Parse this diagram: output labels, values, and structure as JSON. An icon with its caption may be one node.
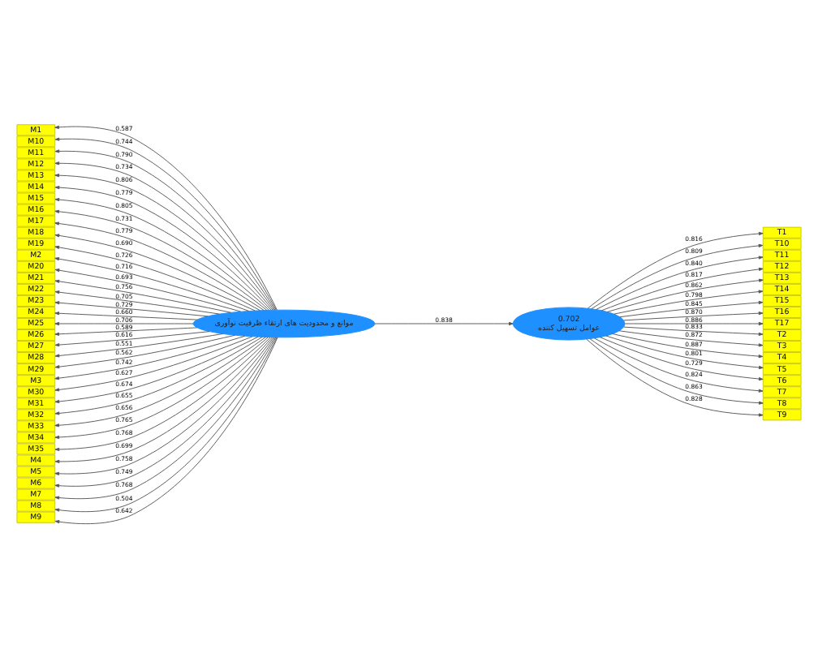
{
  "diagram": {
    "nodes": [
      {
        "text": [
          "M1"
        ]
      },
      {
        "text": [
          "M10"
        ]
      },
      {
        "text": [
          "M11"
        ]
      },
      {
        "text": [
          "M12"
        ]
      },
      {
        "text": [
          "M13"
        ]
      },
      {
        "text": [
          "M14"
        ]
      },
      {
        "text": [
          "M15"
        ]
      },
      {
        "text": [
          "M16"
        ]
      },
      {
        "text": [
          "M17"
        ]
      },
      {
        "text": [
          "M18"
        ]
      },
      {
        "text": [
          "M19"
        ]
      },
      {
        "text": [
          "M2"
        ]
      },
      {
        "text": [
          "M20"
        ]
      },
      {
        "text": [
          "M21"
        ]
      },
      {
        "text": [
          "M22"
        ]
      },
      {
        "text": [
          "M23"
        ]
      },
      {
        "text": [
          "M24"
        ]
      },
      {
        "text": [
          "M25"
        ]
      },
      {
        "text": [
          "M26"
        ]
      },
      {
        "text": [
          "M27"
        ]
      },
      {
        "text": [
          "M28"
        ]
      },
      {
        "text": [
          "M29"
        ]
      },
      {
        "text": [
          "M3"
        ]
      },
      {
        "text": [
          "M30"
        ]
      },
      {
        "text": [
          "M31"
        ]
      },
      {
        "text": [
          "M32"
        ]
      },
      {
        "text": [
          "M33"
        ]
      },
      {
        "text": [
          "M34"
        ]
      },
      {
        "text": [
          "M35"
        ]
      },
      {
        "text": [
          "M4"
        ]
      },
      {
        "text": [
          "M5"
        ]
      },
      {
        "text": [
          "M6"
        ]
      },
      {
        "text": [
          "M7"
        ]
      },
      {
        "text": [
          "M8"
        ]
      },
      {
        "text": [
          "M9"
        ]
      },
      {
        "text": [
          "موانع و محدودیت های ارتقاء ظرفیت نوآوری"
        ]
      },
      {
        "text": [
          "0.702",
          "عوامل تسهیل کننده"
        ]
      },
      {
        "text": [
          "T1"
        ]
      },
      {
        "text": [
          "T10"
        ]
      },
      {
        "text": [
          "T11"
        ]
      },
      {
        "text": [
          "T12"
        ]
      },
      {
        "text": [
          "T13"
        ]
      },
      {
        "text": [
          "T14"
        ]
      },
      {
        "text": [
          "T15"
        ]
      },
      {
        "text": [
          "T16"
        ]
      },
      {
        "text": [
          "T17"
        ]
      },
      {
        "text": [
          "T2"
        ]
      },
      {
        "text": [
          "T3"
        ]
      },
      {
        "text": [
          "T4"
        ]
      },
      {
        "text": [
          "T5"
        ]
      },
      {
        "text": [
          "T6"
        ]
      },
      {
        "text": [
          "T7"
        ]
      },
      {
        "text": [
          "T8"
        ]
      },
      {
        "text": [
          "T9"
        ]
      }
    ],
    "edges": [
      {
        "from": 35,
        "to": 0,
        "arrow": "to",
        "label": "0.587"
      },
      {
        "from": 35,
        "to": 1,
        "arrow": "to",
        "label": "0.744"
      },
      {
        "from": 35,
        "to": 2,
        "arrow": "to",
        "label": "0.790"
      },
      {
        "from": 35,
        "to": 3,
        "arrow": "to",
        "label": "0.734"
      },
      {
        "from": 35,
        "to": 4,
        "arrow": "to",
        "label": "0.806"
      },
      {
        "from": 35,
        "to": 5,
        "arrow": "to",
        "label": "0.779"
      },
      {
        "from": 35,
        "to": 6,
        "arrow": "to",
        "label": "0.805"
      },
      {
        "from": 35,
        "to": 7,
        "arrow": "to",
        "label": "0.731"
      },
      {
        "from": 35,
        "to": 8,
        "arrow": "to",
        "label": "0.779"
      },
      {
        "from": 35,
        "to": 9,
        "arrow": "to",
        "label": "0.690"
      },
      {
        "from": 35,
        "to": 10,
        "arrow": "to",
        "label": "0.726"
      },
      {
        "from": 35,
        "to": 11,
        "arrow": "to",
        "label": "0.716"
      },
      {
        "from": 35,
        "to": 12,
        "arrow": "to",
        "label": "0.693"
      },
      {
        "from": 35,
        "to": 13,
        "arrow": "to",
        "label": "0.756"
      },
      {
        "from": 35,
        "to": 14,
        "arrow": "to",
        "label": "0.705"
      },
      {
        "from": 35,
        "to": 15,
        "arrow": "to",
        "label": "0.729"
      },
      {
        "from": 35,
        "to": 16,
        "arrow": "to",
        "label": "0.660"
      },
      {
        "from": 35,
        "to": 17,
        "arrow": "to",
        "label": "0.706"
      },
      {
        "from": 35,
        "to": 18,
        "arrow": "to",
        "label": "0.589"
      },
      {
        "from": 35,
        "to": 19,
        "arrow": "to",
        "label": "0.616"
      },
      {
        "from": 35,
        "to": 20,
        "arrow": "to",
        "label": "0.551"
      },
      {
        "from": 35,
        "to": 21,
        "arrow": "to",
        "label": "0.562"
      },
      {
        "from": 35,
        "to": 22,
        "arrow": "to",
        "label": "0.742"
      },
      {
        "from": 35,
        "to": 23,
        "arrow": "to",
        "label": "0.627"
      },
      {
        "from": 35,
        "to": 24,
        "arrow": "to",
        "label": "0.674"
      },
      {
        "from": 35,
        "to": 25,
        "arrow": "to",
        "label": "0.655"
      },
      {
        "from": 35,
        "to": 26,
        "arrow": "to",
        "label": "0.656"
      },
      {
        "from": 35,
        "to": 27,
        "arrow": "to",
        "label": "0.765"
      },
      {
        "from": 35,
        "to": 28,
        "arrow": "to",
        "label": "0.768"
      },
      {
        "from": 35,
        "to": 29,
        "arrow": "to",
        "label": "0.699"
      },
      {
        "from": 35,
        "to": 30,
        "arrow": "to",
        "label": "0.758"
      },
      {
        "from": 35,
        "to": 31,
        "arrow": "to",
        "label": "0.749"
      },
      {
        "from": 35,
        "to": 32,
        "arrow": "to",
        "label": "0.768"
      },
      {
        "from": 35,
        "to": 33,
        "arrow": "to",
        "label": "0.504"
      },
      {
        "from": 35,
        "to": 34,
        "arrow": "to",
        "label": "0.642"
      },
      {
        "from": 35,
        "to": 36,
        "arrow": "to",
        "label": "0.838"
      },
      {
        "from": 36,
        "to": 37,
        "arrow": "to",
        "label": "0.816"
      },
      {
        "from": 36,
        "to": 38,
        "arrow": "to",
        "label": "0.809"
      },
      {
        "from": 36,
        "to": 39,
        "arrow": "to",
        "label": "0.840"
      },
      {
        "from": 36,
        "to": 40,
        "arrow": "to",
        "label": "0.817"
      },
      {
        "from": 36,
        "to": 41,
        "arrow": "to",
        "label": "0.862"
      },
      {
        "from": 36,
        "to": 42,
        "arrow": "to",
        "label": "0.798"
      },
      {
        "from": 36,
        "to": 43,
        "arrow": "to",
        "label": "0.845"
      },
      {
        "from": 36,
        "to": 44,
        "arrow": "to",
        "label": "0.870"
      },
      {
        "from": 36,
        "to": 45,
        "arrow": "to",
        "label": "0.886"
      },
      {
        "from": 36,
        "to": 46,
        "arrow": "to",
        "label": "0.833"
      },
      {
        "from": 36,
        "to": 47,
        "arrow": "to",
        "label": "0.872"
      },
      {
        "from": 36,
        "to": 48,
        "arrow": "to",
        "label": "0.887"
      },
      {
        "from": 36,
        "to": 49,
        "arrow": "to",
        "label": "0.801"
      },
      {
        "from": 36,
        "to": 50,
        "arrow": "to",
        "label": "0.729"
      },
      {
        "from": 36,
        "to": 51,
        "arrow": "to",
        "label": "0.824"
      },
      {
        "from": 36,
        "to": 52,
        "arrow": "to",
        "label": "0.863"
      },
      {
        "from": 36,
        "to": 53,
        "arrow": "to",
        "label": "0.828"
      }
    ]
  }
}
